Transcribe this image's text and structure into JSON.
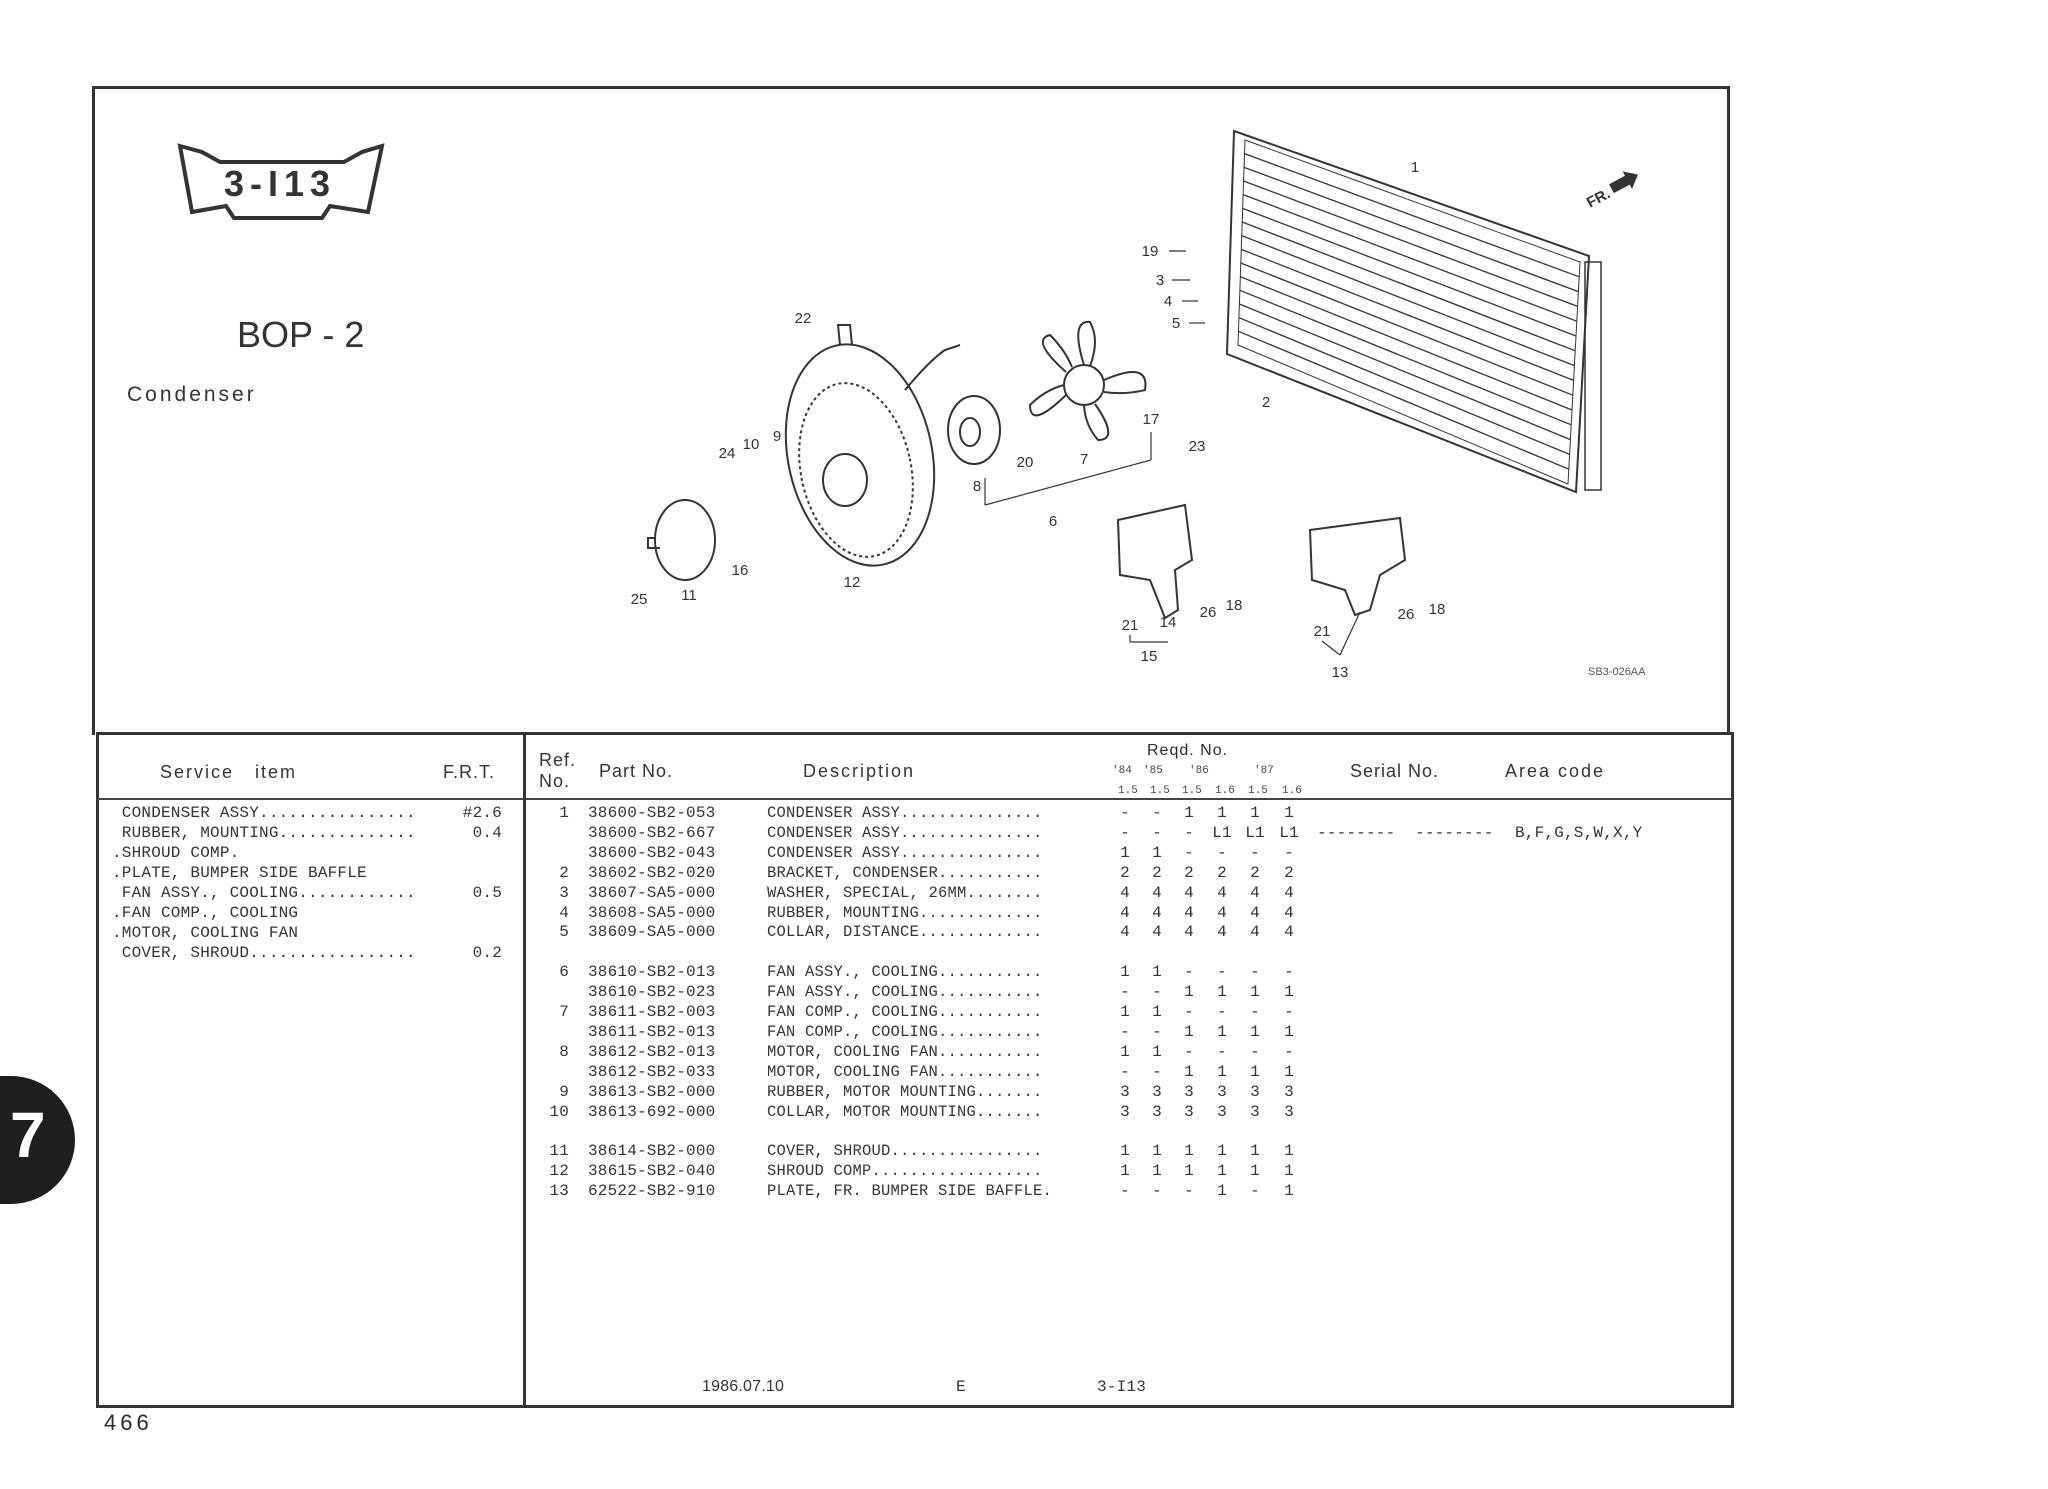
{
  "header": {
    "page_code": "3-I13",
    "group": "BOP - 2",
    "title": "Condenser"
  },
  "diagram": {
    "direction_label": "FR.",
    "drawing_code": "SB3-026AA",
    "callouts": [
      "1",
      "19",
      "3",
      "4",
      "5",
      "2",
      "17",
      "23",
      "22",
      "7",
      "20",
      "8",
      "6",
      "24",
      "10",
      "9",
      "16",
      "12",
      "25",
      "11",
      "21",
      "14",
      "26",
      "18",
      "15",
      "13",
      "21",
      "26",
      "18"
    ]
  },
  "service_table": {
    "headers": {
      "item": "Service   item",
      "frt": "F.R.T."
    },
    "rows": [
      {
        "item": " CONDENSER ASSY................",
        "frt": "#2.6"
      },
      {
        "item": " RUBBER, MOUNTING..............",
        "frt": "0.4"
      },
      {
        "item": ".SHROUD COMP.",
        "frt": ""
      },
      {
        "item": ".PLATE, BUMPER SIDE BAFFLE",
        "frt": ""
      },
      {
        "item": " FAN ASSY., COOLING............",
        "frt": "0.5"
      },
      {
        "item": ".FAN COMP., COOLING",
        "frt": ""
      },
      {
        "item": ".MOTOR, COOLING FAN",
        "frt": ""
      },
      {
        "item": " COVER, SHROUD.................",
        "frt": "0.2"
      }
    ]
  },
  "parts_table": {
    "headers": {
      "ref": "Ref.",
      "ref_no": "No.",
      "part_no": "Part No.",
      "description": "Description",
      "reqd": "Reqd. No.",
      "years": [
        "'84",
        "'85",
        "'86",
        "'87"
      ],
      "engines": [
        "1.5",
        "1.5",
        "1.5",
        "1.6",
        "1.5",
        "1.6"
      ],
      "serial": "Serial No.",
      "area": "Area code"
    },
    "groups": [
      [
        {
          "ref": "1",
          "part": "38600-SB2-053",
          "desc": "CONDENSER ASSY...............",
          "qty": [
            "-",
            "-",
            "1",
            "1",
            "1",
            "1"
          ],
          "serial": "",
          "area": ""
        },
        {
          "ref": "",
          "part": "38600-SB2-667",
          "desc": "CONDENSER ASSY...............",
          "qty": [
            "-",
            "-",
            "-",
            "L1",
            "L1",
            "L1"
          ],
          "serial": "--------  --------",
          "area": "B,F,G,S,W,X,Y"
        },
        {
          "ref": "",
          "part": "38600-SB2-043",
          "desc": "CONDENSER ASSY...............",
          "qty": [
            "1",
            "1",
            "-",
            "-",
            "-",
            "-"
          ],
          "serial": "",
          "area": ""
        },
        {
          "ref": "2",
          "part": "38602-SB2-020",
          "desc": "BRACKET, CONDENSER...........",
          "qty": [
            "2",
            "2",
            "2",
            "2",
            "2",
            "2"
          ],
          "serial": "",
          "area": ""
        },
        {
          "ref": "3",
          "part": "38607-SA5-000",
          "desc": "WASHER, SPECIAL, 26MM........",
          "qty": [
            "4",
            "4",
            "4",
            "4",
            "4",
            "4"
          ],
          "serial": "",
          "area": ""
        },
        {
          "ref": "4",
          "part": "38608-SA5-000",
          "desc": "RUBBER, MOUNTING.............",
          "qty": [
            "4",
            "4",
            "4",
            "4",
            "4",
            "4"
          ],
          "serial": "",
          "area": ""
        },
        {
          "ref": "5",
          "part": "38609-SA5-000",
          "desc": "COLLAR, DISTANCE.............",
          "qty": [
            "4",
            "4",
            "4",
            "4",
            "4",
            "4"
          ],
          "serial": "",
          "area": ""
        }
      ],
      [
        {
          "ref": "6",
          "part": "38610-SB2-013",
          "desc": "FAN ASSY., COOLING...........",
          "qty": [
            "1",
            "1",
            "-",
            "-",
            "-",
            "-"
          ],
          "serial": "",
          "area": ""
        },
        {
          "ref": "",
          "part": "38610-SB2-023",
          "desc": "FAN ASSY., COOLING...........",
          "qty": [
            "-",
            "-",
            "1",
            "1",
            "1",
            "1"
          ],
          "serial": "",
          "area": ""
        },
        {
          "ref": "7",
          "part": "38611-SB2-003",
          "desc": "FAN COMP., COOLING...........",
          "qty": [
            "1",
            "1",
            "-",
            "-",
            "-",
            "-"
          ],
          "serial": "",
          "area": ""
        },
        {
          "ref": "",
          "part": "38611-SB2-013",
          "desc": "FAN COMP., COOLING...........",
          "qty": [
            "-",
            "-",
            "1",
            "1",
            "1",
            "1"
          ],
          "serial": "",
          "area": ""
        },
        {
          "ref": "8",
          "part": "38612-SB2-013",
          "desc": "MOTOR, COOLING FAN...........",
          "qty": [
            "1",
            "1",
            "-",
            "-",
            "-",
            "-"
          ],
          "serial": "",
          "area": ""
        },
        {
          "ref": "",
          "part": "38612-SB2-033",
          "desc": "MOTOR, COOLING FAN...........",
          "qty": [
            "-",
            "-",
            "1",
            "1",
            "1",
            "1"
          ],
          "serial": "",
          "area": ""
        },
        {
          "ref": "9",
          "part": "38613-SB2-000",
          "desc": "RUBBER, MOTOR MOUNTING.......",
          "qty": [
            "3",
            "3",
            "3",
            "3",
            "3",
            "3"
          ],
          "serial": "",
          "area": ""
        },
        {
          "ref": "10",
          "part": "38613-692-000",
          "desc": "COLLAR, MOTOR MOUNTING.......",
          "qty": [
            "3",
            "3",
            "3",
            "3",
            "3",
            "3"
          ],
          "serial": "",
          "area": ""
        }
      ],
      [
        {
          "ref": "11",
          "part": "38614-SB2-000",
          "desc": "COVER, SHROUD................",
          "qty": [
            "1",
            "1",
            "1",
            "1",
            "1",
            "1"
          ],
          "serial": "",
          "area": ""
        },
        {
          "ref": "12",
          "part": "38615-SB2-040",
          "desc": "SHROUD COMP..................",
          "qty": [
            "1",
            "1",
            "1",
            "1",
            "1",
            "1"
          ],
          "serial": "",
          "area": ""
        },
        {
          "ref": "13",
          "part": "62522-SB2-910",
          "desc": "PLATE, FR. BUMPER SIDE BAFFLE.",
          "qty": [
            "-",
            "-",
            "-",
            "1",
            "-",
            "1"
          ],
          "serial": "",
          "area": ""
        }
      ]
    ]
  },
  "footer": {
    "date": "1986.07.10",
    "lang": "E",
    "page_code": "3-I13",
    "page_number": "466",
    "section_tab": "7"
  }
}
